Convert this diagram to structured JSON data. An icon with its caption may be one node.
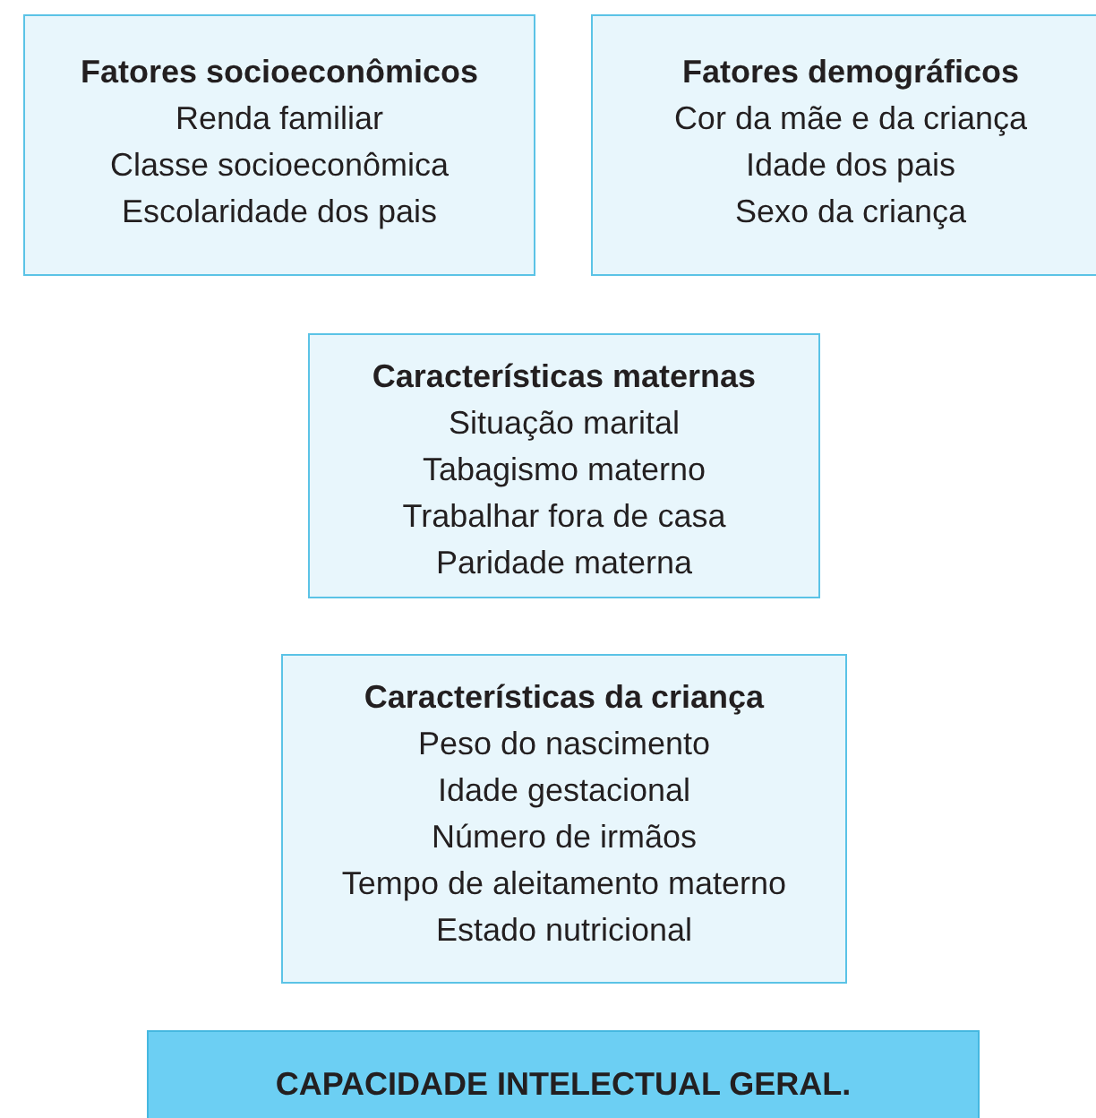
{
  "diagram": {
    "nodes": [
      {
        "text": [
          "Fatores socioeconômicos",
          "Renda familiar",
          "Classe socioeconômica",
          "Escolaridade dos pais"
        ]
      },
      {
        "text": [
          "Fatores demográficos",
          "Cor da mãe e da criança",
          "Idade dos pais",
          "Sexo da criança"
        ]
      },
      {
        "text": [
          "Características maternas",
          "Situação marital",
          "Tabagismo materno",
          "Trabalhar fora de casa",
          "Paridade materna"
        ]
      },
      {
        "text": [
          "Características da criança",
          "Peso do nascimento",
          "Idade gestacional",
          "Número de irmãos",
          "Tempo de aleitamento materno",
          "Estado nutricional"
        ]
      },
      {
        "text": [
          "CAPACIDADE INTELECTUAL GERAL."
        ]
      }
    ]
  }
}
